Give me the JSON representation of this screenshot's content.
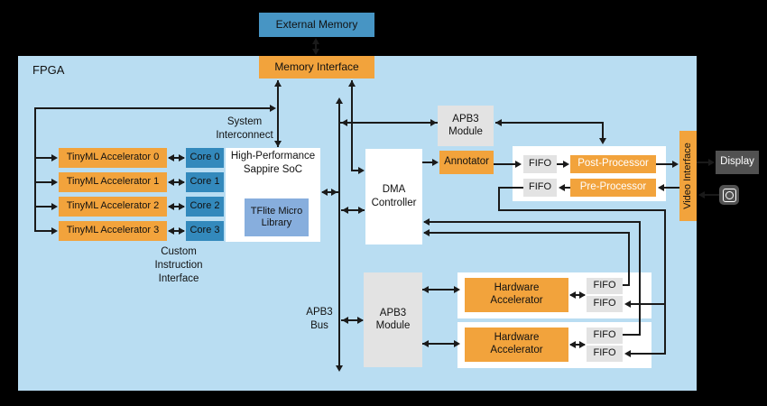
{
  "colors": {
    "orange": "#F2A33C",
    "fpga_background": "#B9DDF2",
    "external_memory_blue": "#4795C4",
    "core_blue": "#3389BC",
    "tflite_blue": "#87AEDD",
    "module_gray": "#E3E3E3",
    "io_dark_gray": "#515151",
    "line_black": "#1A1A1A",
    "container_white": "#FFFFFF"
  },
  "fpga": {
    "label": "FPGA"
  },
  "external_memory": {
    "label": "External Memory"
  },
  "memory_interface": {
    "label": "Memory Interface"
  },
  "system_interconnect": {
    "line1": "System",
    "line2": "Interconnect"
  },
  "accelerators": {
    "items": [
      "TinyML Accelerator 0",
      "TinyML Accelerator 1",
      "TinyML Accelerator 2",
      "TinyML Accelerator 3"
    ]
  },
  "cores": {
    "items": [
      "Core 0",
      "Core 1",
      "Core 2",
      "Core 3"
    ]
  },
  "soc": {
    "line1": "High-Performance",
    "line2": "Sappire SoC"
  },
  "tflite": {
    "line1": "TFlite Micro",
    "line2": "Library"
  },
  "custom_instruction_interface": {
    "line1": "Custom",
    "line2": "Instruction",
    "line3": "Interface"
  },
  "apb3_bus": {
    "line1": "APB3",
    "line2": "Bus"
  },
  "apb3_module": {
    "line1": "APB3",
    "line2": "Module"
  },
  "dma": {
    "line1": "DMA",
    "line2": "Controller"
  },
  "annotator": {
    "label": "Annotator"
  },
  "pipeline": {
    "fifo": "FIFO",
    "post_processor": "Post-Processor",
    "pre_processor": "Pre-Processor"
  },
  "video_interface": {
    "label": "Video Interface"
  },
  "io": {
    "display": "Display",
    "camera": "camera-icon"
  },
  "hardware_accelerator": {
    "line1": "Hardware",
    "line2": "Accelerator"
  }
}
